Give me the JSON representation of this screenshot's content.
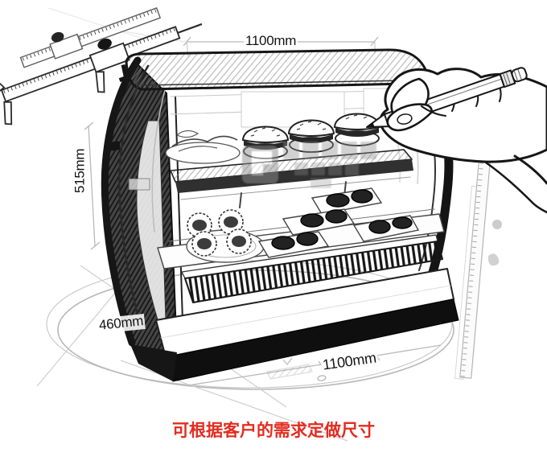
{
  "labels": {
    "top_width": "1100mm",
    "height": "515mm",
    "depth": "460mm",
    "front_width": "1100mm"
  },
  "note": {
    "text": "可根据客户的需求定做尺寸",
    "color": "#e42b20"
  },
  "colors": {
    "background": "#ffffff",
    "ink": "#161616",
    "dimension_line": "#b9b9b9",
    "watermark": "#8f8f8f"
  },
  "illustration": {
    "subject": "hand-drawn countertop curved-glass display refrigerator",
    "parts": [
      "vernier-caliper",
      "display-case",
      "burgers",
      "egg-tarts",
      "pastry-trays",
      "ventilation-grill",
      "hand-holding-pencil",
      "vertical-ruler",
      "floor-ellipse",
      "watermark-logo"
    ]
  }
}
